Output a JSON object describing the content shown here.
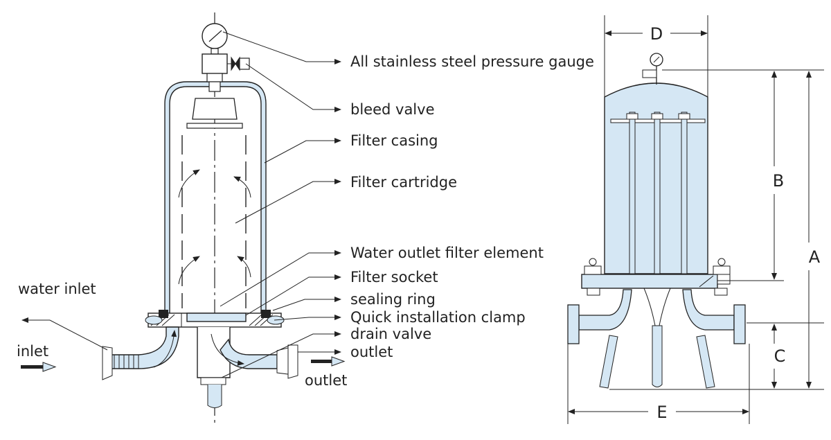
{
  "left_diagram": {
    "callouts": [
      {
        "id": "pressure-gauge",
        "text": "All stainless steel pressure gauge"
      },
      {
        "id": "bleed-valve",
        "text": "bleed valve"
      },
      {
        "id": "filter-casing",
        "text": "Filter casing"
      },
      {
        "id": "filter-cartridge",
        "text": "Filter cartridge"
      },
      {
        "id": "water-outlet-filter-element",
        "text": "Water outlet filter element"
      },
      {
        "id": "filter-socket",
        "text": "Filter socket"
      },
      {
        "id": "sealing-ring",
        "text": "sealing ring"
      },
      {
        "id": "quick-installation-clamp",
        "text": "Quick installation clamp"
      },
      {
        "id": "drain-valve",
        "text": "drain valve"
      },
      {
        "id": "outlet-callout",
        "text": "outlet"
      }
    ],
    "water_inlet_label": "water inlet",
    "inlet_label": "inlet",
    "outlet_label": "outlet"
  },
  "right_diagram": {
    "dimensions": {
      "A": "A",
      "B": "B",
      "C": "C",
      "D": "D",
      "E": "E"
    }
  },
  "colors": {
    "fill": "#d5e7f4",
    "line": "#222222"
  }
}
